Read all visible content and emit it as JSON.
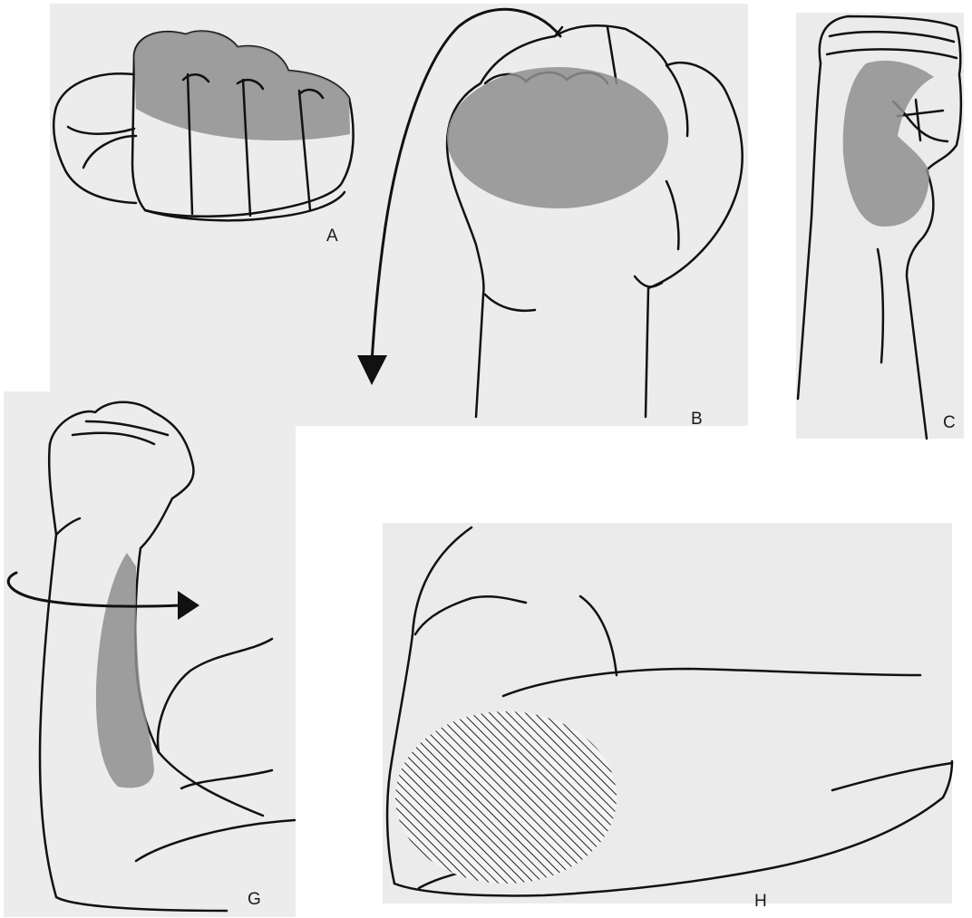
{
  "figure": {
    "panels": [
      {
        "id": "A",
        "label": "A",
        "subject": "fist-knuckles-front"
      },
      {
        "id": "B",
        "label": "B",
        "subject": "fist-palm-side"
      },
      {
        "id": "C",
        "label": "C",
        "subject": "fist-ulnar-side"
      },
      {
        "id": "G",
        "label": "G",
        "subject": "forearm-flexed"
      },
      {
        "id": "H",
        "label": "H",
        "subject": "elbow-side-view"
      }
    ],
    "colors": {
      "background": "#ffffff",
      "panel_bg": "#ededed",
      "stroke": "#111111",
      "shade": "#8a8a8a",
      "hatch": "#333333"
    },
    "icons": [
      "down-arrow-icon",
      "rotation-arrow-icon"
    ]
  }
}
